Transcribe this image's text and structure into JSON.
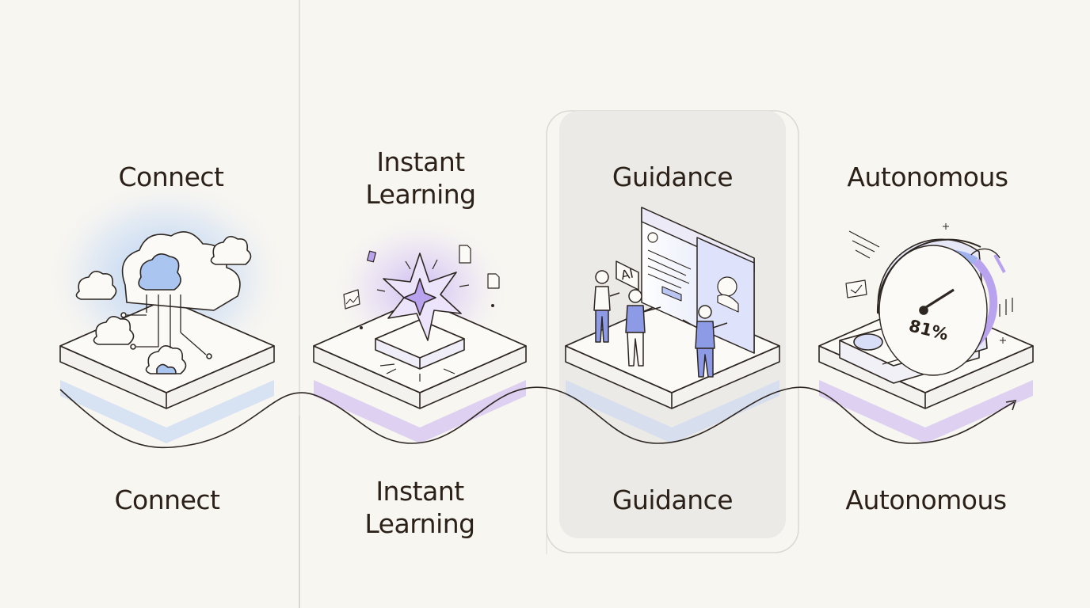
{
  "stages": [
    {
      "top_label": "Connect",
      "bottom_label": "Connect",
      "icon": "cloud-network-icon"
    },
    {
      "top_label_line1": "Instant",
      "top_label_line2": "Learning",
      "bottom_label_line1": "Instant",
      "bottom_label_line2": "Learning",
      "icon": "spark-star-icon"
    },
    {
      "top_label": "Guidance",
      "bottom_label": "Guidance",
      "icon": "people-screen-icon",
      "screen_badge": "AI",
      "highlighted": true
    },
    {
      "top_label": "Autonomous",
      "bottom_label": "Autonomous",
      "icon": "speedometer-gauge-icon",
      "gauge_value": "81%"
    }
  ],
  "colors": {
    "background": "#f8f6f1",
    "text": "#2b2118",
    "line": "#2e2620",
    "blue_glow": "#9fc3f3",
    "purple_glow": "#c9b4f2",
    "highlight_card": "#ebeae6"
  }
}
